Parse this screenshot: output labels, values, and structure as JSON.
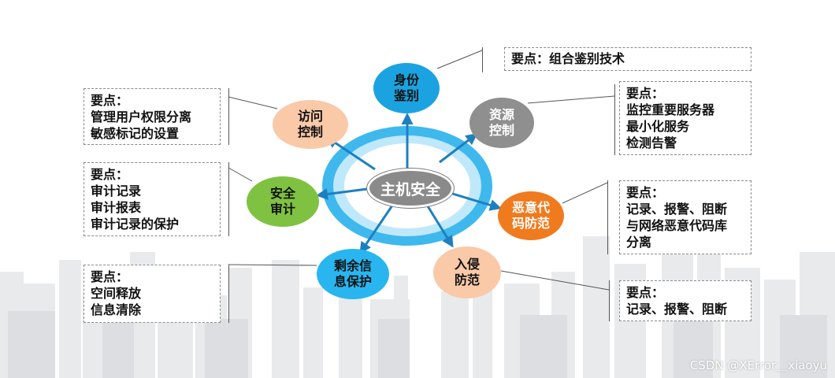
{
  "center": {
    "label": "主机安全"
  },
  "nodes": [
    {
      "id": "auth",
      "lines": [
        "身份",
        "鉴别"
      ],
      "color": "#1aa3e0",
      "text_color": "#111111"
    },
    {
      "id": "resource",
      "lines": [
        "资源",
        "控制"
      ],
      "color": "#8f8f8f",
      "text_color": "#ffffff"
    },
    {
      "id": "malware",
      "lines": [
        "恶意代",
        "码防范"
      ],
      "color": "#f07a1e",
      "text_color": "#ffffff"
    },
    {
      "id": "intrusion",
      "lines": [
        "入侵",
        "防范"
      ],
      "color": "#f9c9a8",
      "text_color": "#111111"
    },
    {
      "id": "residual",
      "lines": [
        "剩余信",
        "息保护"
      ],
      "color": "#29b6f0",
      "text_color": "#111111"
    },
    {
      "id": "audit",
      "lines": [
        "安全",
        "审计"
      ],
      "color": "#7fc241",
      "text_color": "#111111"
    },
    {
      "id": "access",
      "lines": [
        "访问",
        "控制"
      ],
      "color": "#f9c9a8",
      "text_color": "#111111"
    }
  ],
  "boxes": [
    {
      "id": "auth",
      "lines": [
        "要点：组合鉴别技术"
      ]
    },
    {
      "id": "resource",
      "lines": [
        "要点：",
        "监控重要服务器",
        "最小化服务",
        "检测告警"
      ]
    },
    {
      "id": "malware",
      "lines": [
        "要点：",
        "记录、报警、阻断",
        "与网络恶意代码库",
        "分离"
      ]
    },
    {
      "id": "intrusion",
      "lines": [
        "要点：",
        "记录、报警、阻断"
      ]
    },
    {
      "id": "residual",
      "lines": [
        "要点：",
        "空间释放",
        "信息清除"
      ]
    },
    {
      "id": "audit",
      "lines": [
        "要点：",
        "审计记录",
        "审计报表",
        "审计记录的保护"
      ]
    },
    {
      "id": "access",
      "lines": [
        "要点：",
        "管理用户权限分离",
        "敏感标记的设置"
      ]
    }
  ],
  "ring_colors": {
    "outer": "#3fb8ee",
    "inner": "#bfe9fb",
    "arrow": "#1e7fc0"
  },
  "watermark": "CSDN @XError＿xiaoyu"
}
